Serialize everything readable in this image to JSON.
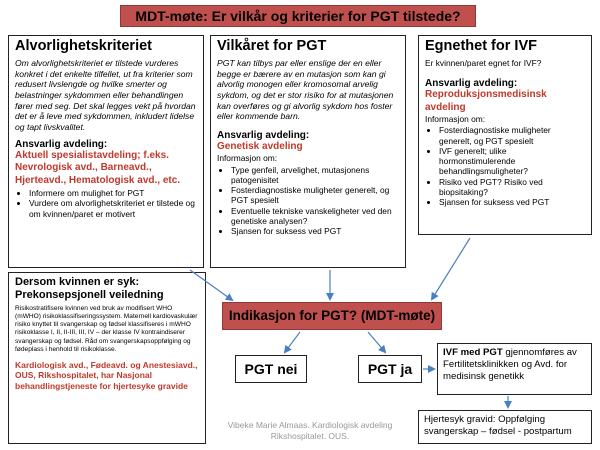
{
  "title": "MDT-møte: Er vilkår og kriterier for PGT tilstede?",
  "severity": {
    "heading": "Alvorlighetskriteriet",
    "text": "Om alvorlighetskriteriet er tilstede vurderes konkret i det enkelte tilfellet, ut fra kriterier som redusert livslengde og hvilke smerter og belastninger sykdommen eller behandlingen fører med seg. Det skal legges vekt på hvordan det er å leve med sykdommen, inkludert lidelse og tapt livskvalitet.",
    "resp_label": "Ansvarlig avdeling:",
    "dept": "Aktuell spesialistavdeling; f.eks. Nevrologisk avd., Barneavd., Hjerteavd., Hematologisk avd., etc.",
    "items": [
      "Informere om mulighet for PGT",
      "Vurdere om alvorlighetskriteriet er tilstede og om kvinnen/paret er motivert"
    ]
  },
  "condition": {
    "heading": "Vilkåret for PGT",
    "text": "PGT kan tilbys par eller enslige der en eller begge er bærere av en mutasjon som kan gi alvorlig monogen eller kromosomal arvelig sykdom, og det er stor risiko for at mutasjonen kan overføres og gi alvorlig sykdom hos foster eller kommende barn.",
    "resp_label": "Ansvarlig avdeling:",
    "dept": "Genetisk avdeling",
    "info_label": "Informasjon om:",
    "items": [
      "Type genfeil, arvelighet, mutasjonens patogenisitet",
      "Fosterdiagnostiske muligheter generelt, og PGT spesielt",
      "Eventuelle tekniske vanskeligheter ved den genetiske analysen?",
      "Sjansen for suksess ved PGT"
    ]
  },
  "ivf": {
    "heading": "Egnethet for IVF",
    "text": "Er kvinnen/paret egnet for IVF?",
    "resp_label": "Ansvarlig avdeling:",
    "dept": "Reproduksjonsmedisinsk avdeling",
    "info_label": "Informasjon om:",
    "items": [
      "Fosterdiagnostiske muligheter generelt, og PGT spesielt",
      "IVF generelt; ulike hormonstimulerende behandlingsmuligheter?",
      "Risiko ved PGT? Risiko ved biopsitaking?",
      "Sjansen for suksess ved PGT"
    ]
  },
  "preconception": {
    "heading1": "Dersom kvinnen er syk:",
    "heading2": "Prekonsepsjonell veiledning",
    "text": "Risikostratifisere kvinnen ved bruk av modifisert WHO (mWHO) risikoklassifiseringssystem. Maternell kardiovaskulær risiko knyttet til svangerskap og fødsel klassifiseres i mWHO risikoklasse I, II, II-III, III, IV – der klasse IV kontraindiserer svangerskap og fødsel. Råd om svangerskapsoppfølging og fødeplass i henhold til risikoklasse.",
    "dept": "Kardiologisk avd., Fødeavd. og Anestesiavd., OUS, Rikshospitalet, har Nasjonal behandlingstjeneste for hjertesyke gravide"
  },
  "indication": "Indikasjon for PGT? (MDT-møte)",
  "pgt_no": "PGT nei",
  "pgt_yes": "PGT ja",
  "ivf_pgt": {
    "bold": "IVF med PGT",
    "rest": " gjennomføres av Fertilitetsklinikken og Avd. for medisinsk genetikk"
  },
  "followup": "Hjertesyk gravid: Oppfølging svangerskap – fødsel - postpartum",
  "credit": "Vibeke Marie Almaas. Kardiologisk avdeling Rikshospitalet. OUS.",
  "colors": {
    "title_bg": "#c0504d",
    "dept_text": "#c0392b",
    "arrow": "#4a7fc1"
  }
}
